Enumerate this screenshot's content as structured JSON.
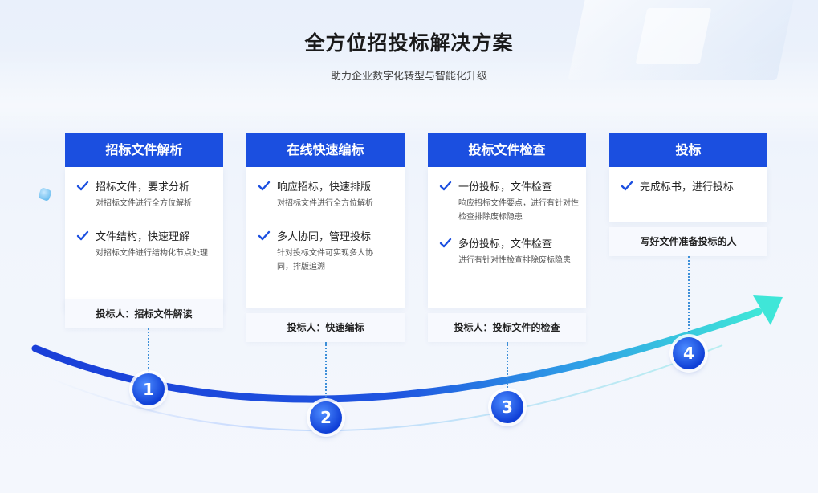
{
  "header": {
    "title": "全方位招投标解决方案",
    "subtitle": "助力企业数字化转型与智能化升级"
  },
  "steps": [
    {
      "number": "1",
      "head": "招标文件解析",
      "items": [
        {
          "title": "招标文件，要求分析",
          "desc": "对招标文件进行全方位解析"
        },
        {
          "title": "文件结构，快速理解",
          "desc": "对招标文件进行结构化节点处理"
        }
      ],
      "foot": "投标人：招标文件解读"
    },
    {
      "number": "2",
      "head": "在线快速编标",
      "items": [
        {
          "title": "响应招标，快速排版",
          "desc": "对招标文件进行全方位解析"
        },
        {
          "title": "多人协同，管理投标",
          "desc": "针对投标文件可实现多人协同，排版追溯"
        }
      ],
      "foot": "投标人：快速编标"
    },
    {
      "number": "3",
      "head": "投标文件检查",
      "items": [
        {
          "title": "一份投标，文件检查",
          "desc": "响应招标文件要点，进行有针对性检查排除废标隐患"
        },
        {
          "title": "多份投标，文件检查",
          "desc": "进行有针对性检查排除废标隐患"
        }
      ],
      "foot": "投标人：投标文件的检查"
    },
    {
      "number": "4",
      "head": "投标",
      "items": [
        {
          "title": "完成标书，进行投标",
          "desc": ""
        }
      ],
      "foot": "写好文件准备投标的人"
    }
  ],
  "colors": {
    "primary": "#1b4fe0",
    "curve_start": "#1a3fd8",
    "curve_end": "#3fe6d8",
    "check": "#1b4fe0"
  }
}
